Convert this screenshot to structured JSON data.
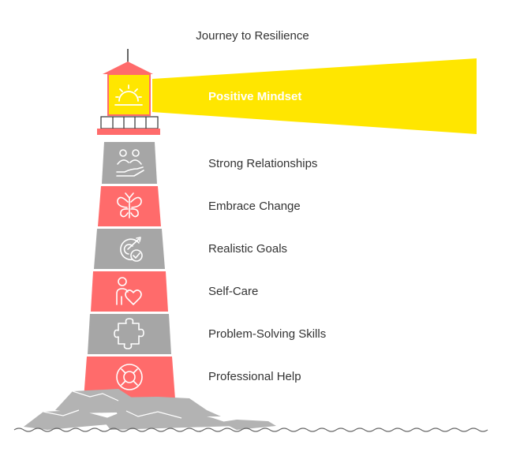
{
  "title": "Journey to Resilience",
  "colors": {
    "red": "#FF6B6B",
    "gray": "#A6A6A6",
    "yellow": "#FFE600",
    "rock": "#B3B3B3",
    "text": "#333333",
    "icon_stroke": "#ffffff"
  },
  "beacon": {
    "label": "Positive Mindset",
    "icon": "sun-icon"
  },
  "levels": [
    {
      "label": "Strong Relationships",
      "icon": "people-hand-icon",
      "band_color": "gray"
    },
    {
      "label": "Embrace Change",
      "icon": "butterfly-icon",
      "band_color": "red"
    },
    {
      "label": "Realistic Goals",
      "icon": "target-check-icon",
      "band_color": "gray"
    },
    {
      "label": "Self-Care",
      "icon": "person-heart-icon",
      "band_color": "red"
    },
    {
      "label": "Problem-Solving Skills",
      "icon": "puzzle-piece-icon",
      "band_color": "gray"
    },
    {
      "label": "Professional Help",
      "icon": "lifebuoy-icon",
      "band_color": "red"
    }
  ]
}
